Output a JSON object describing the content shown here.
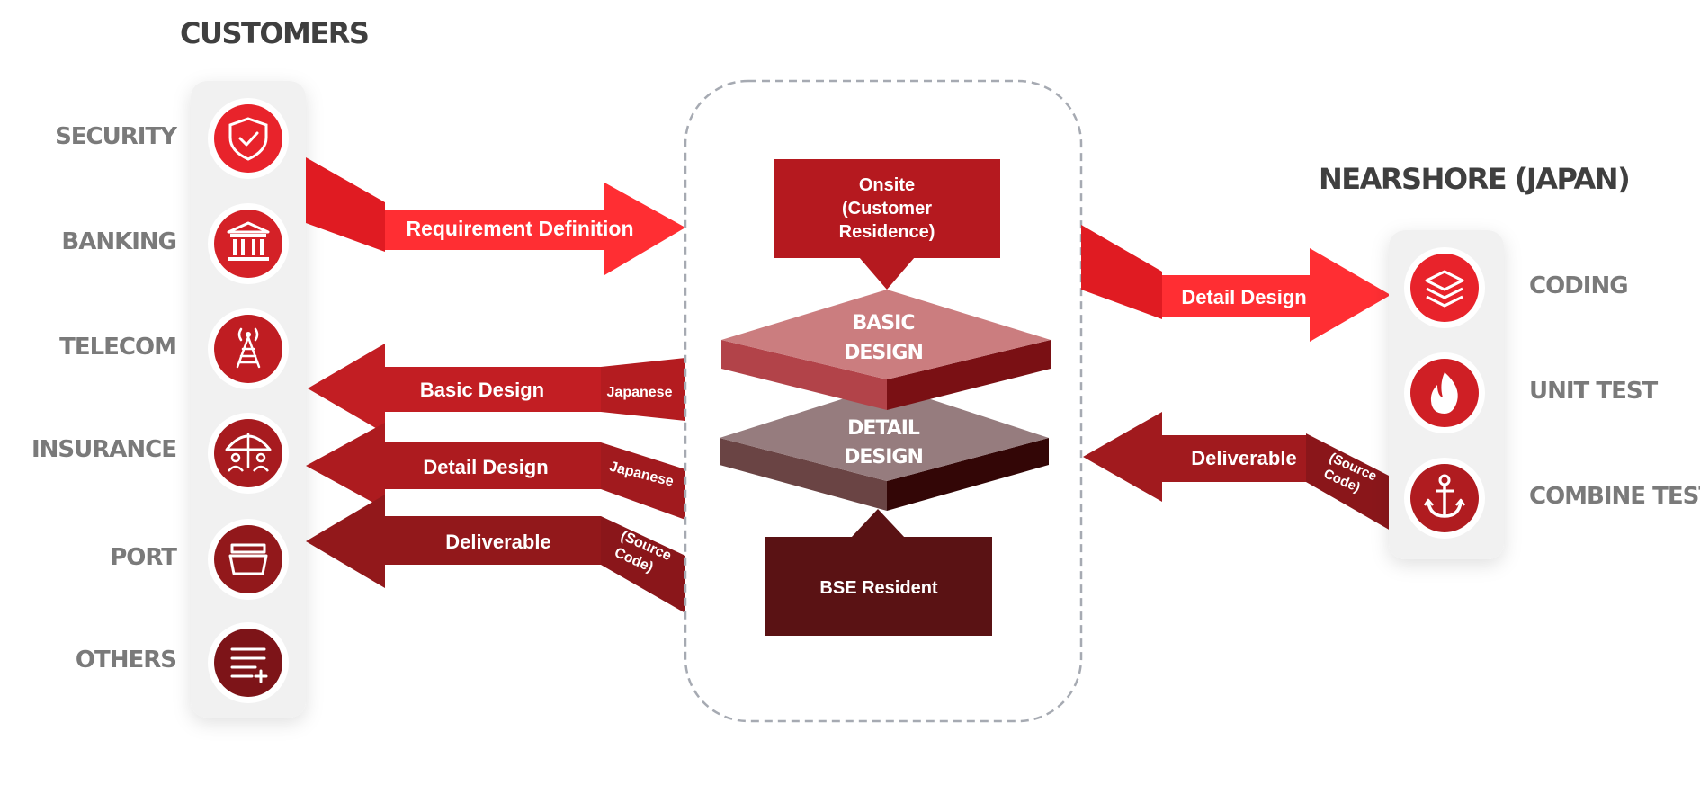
{
  "customers": {
    "heading": "CUSTOMERS",
    "items": [
      {
        "label": "SECURITY",
        "icon": "shield-check-icon",
        "color": "#e8232b"
      },
      {
        "label": "BANKING",
        "icon": "bank-icon",
        "color": "#d42127"
      },
      {
        "label": "TELECOM",
        "icon": "telecom-tower-icon",
        "color": "#bf1d22"
      },
      {
        "label": "INSURANCE",
        "icon": "insurance-umbrella-icon",
        "color": "#a71b1f"
      },
      {
        "label": "PORT",
        "icon": "ship-icon",
        "color": "#92181b"
      },
      {
        "label": "OTHERS",
        "icon": "menu-plus-icon",
        "color": "#7d1418"
      }
    ]
  },
  "nearshore": {
    "heading": "NEARSHORE (JAPAN)",
    "items": [
      {
        "label": "CODING",
        "icon": "layers-icon",
        "color": "#e8232b"
      },
      {
        "label": "UNIT TEST",
        "icon": "flame-icon",
        "color": "#cf1f25"
      },
      {
        "label": "COMBINE TEST",
        "icon": "anchor-icon",
        "color": "#b01c20"
      }
    ]
  },
  "flows": {
    "requirement_definition": "Requirement Definition",
    "detail_design_to_nearshore": "Detail Design",
    "deliverable_from_nearshore": "Deliverable",
    "deliverable_from_nearshore_note": [
      "(Source",
      "Code)"
    ],
    "basic_design_to_customer": "Basic Design",
    "basic_design_note": "Japanese",
    "detail_design_to_customer": "Detail Design",
    "detail_design_note": "Japanese",
    "deliverable_to_customer": "Deliverable",
    "deliverable_note": [
      "(Source",
      "Code)"
    ]
  },
  "center": {
    "onsite": [
      "Onsite",
      "(Customer",
      "Residence)"
    ],
    "basic_design": [
      "BASIC",
      "DESIGN"
    ],
    "detail_design": [
      "DETAIL",
      "DESIGN"
    ],
    "bse_resident": "BSE Resident"
  },
  "colors": {
    "bright_red": "#ff2e33",
    "red": "#e8232b",
    "dark_red": "#a11a1e",
    "maroon": "#5a1214",
    "panel_bg": "#f1f1f1",
    "label_gray": "#7a7a7a"
  }
}
